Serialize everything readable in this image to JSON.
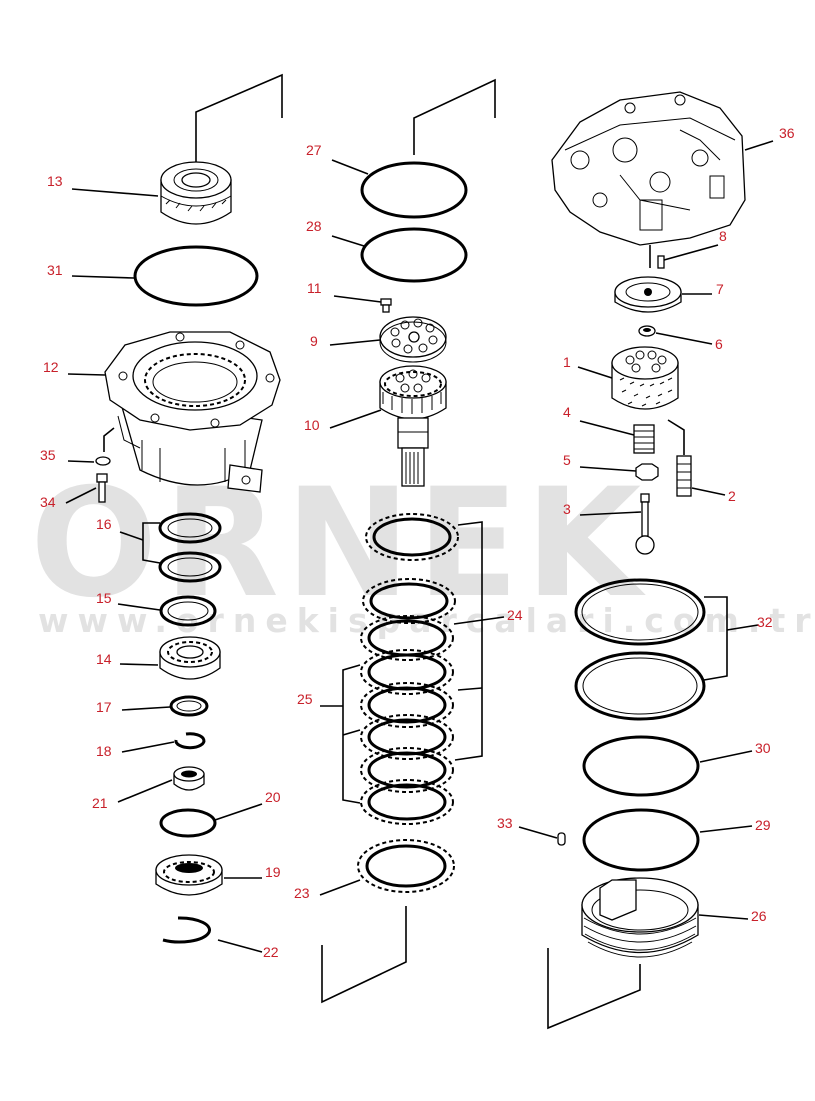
{
  "watermark": {
    "brand": "ORNEK",
    "url": "www.ornekisparcalari.com.tr"
  },
  "callouts": [
    {
      "id": "c13",
      "label": "13"
    },
    {
      "id": "c31",
      "label": "31"
    },
    {
      "id": "c12",
      "label": "12"
    },
    {
      "id": "c35",
      "label": "35"
    },
    {
      "id": "c34",
      "label": "34"
    },
    {
      "id": "c16",
      "label": "16"
    },
    {
      "id": "c15",
      "label": "15"
    },
    {
      "id": "c14",
      "label": "14"
    },
    {
      "id": "c17",
      "label": "17"
    },
    {
      "id": "c18",
      "label": "18"
    },
    {
      "id": "c21",
      "label": "21"
    },
    {
      "id": "c20",
      "label": "20"
    },
    {
      "id": "c19",
      "label": "19"
    },
    {
      "id": "c22",
      "label": "22"
    },
    {
      "id": "c27",
      "label": "27"
    },
    {
      "id": "c28",
      "label": "28"
    },
    {
      "id": "c11",
      "label": "11"
    },
    {
      "id": "c9",
      "label": "9"
    },
    {
      "id": "c10",
      "label": "10"
    },
    {
      "id": "c24",
      "label": "24"
    },
    {
      "id": "c25",
      "label": "25"
    },
    {
      "id": "c23",
      "label": "23"
    },
    {
      "id": "c36",
      "label": "36"
    },
    {
      "id": "c8",
      "label": "8"
    },
    {
      "id": "c7",
      "label": "7"
    },
    {
      "id": "c6",
      "label": "6"
    },
    {
      "id": "c1",
      "label": "1"
    },
    {
      "id": "c4",
      "label": "4"
    },
    {
      "id": "c5",
      "label": "5"
    },
    {
      "id": "c2",
      "label": "2"
    },
    {
      "id": "c3",
      "label": "3"
    },
    {
      "id": "c32",
      "label": "32"
    },
    {
      "id": "c30",
      "label": "30"
    },
    {
      "id": "c33",
      "label": "33"
    },
    {
      "id": "c29",
      "label": "29"
    },
    {
      "id": "c26",
      "label": "26"
    }
  ]
}
